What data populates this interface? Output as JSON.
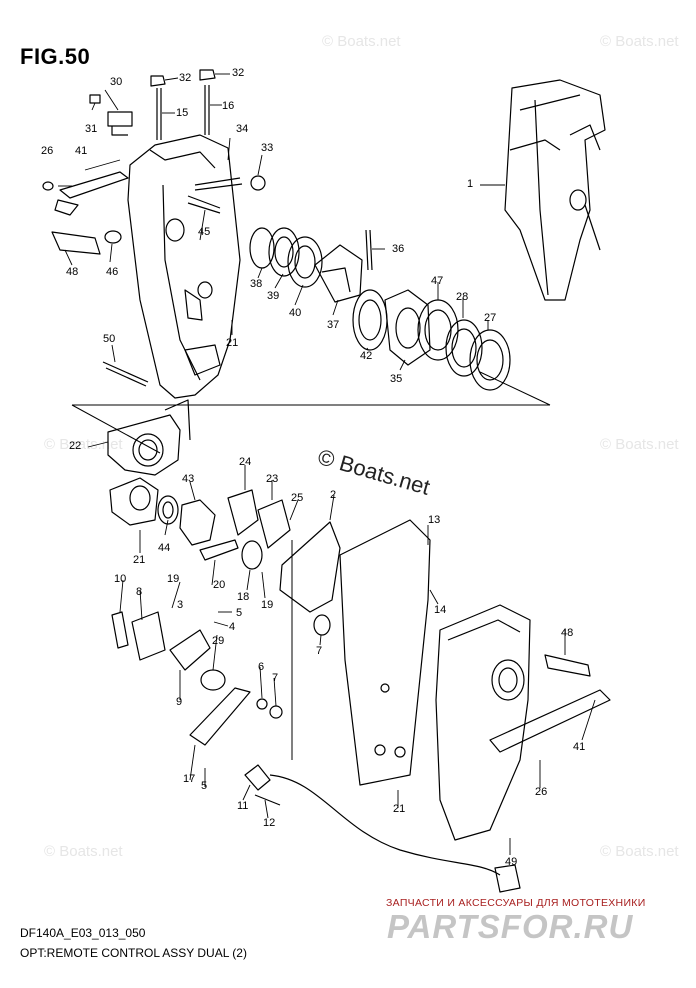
{
  "figure": {
    "title": "FIG.50",
    "code": "DF140A_E03_013_050",
    "caption": "OPT:REMOTE CONTROL ASSY DUAL (2)"
  },
  "watermark": {
    "text": "© Boats.net",
    "center_text": "© Boats.net"
  },
  "shop": {
    "tagline": "ЗАПЧАСТИ И АКСЕССУАРЫ ДЛЯ МОТОТЕХНИКИ",
    "logo": "PARTSFOR.RU"
  },
  "callouts": [
    "32",
    "32",
    "30",
    "16",
    "15",
    "31",
    "34",
    "33",
    "26",
    "41",
    "1",
    "45",
    "36",
    "48",
    "46",
    "38",
    "39",
    "40",
    "37",
    "47",
    "28",
    "27",
    "42",
    "35",
    "21",
    "50",
    "22",
    "24",
    "43",
    "23",
    "25",
    "2",
    "13",
    "21",
    "44",
    "10",
    "19",
    "20",
    "8",
    "3",
    "18",
    "19",
    "5",
    "4",
    "29",
    "14",
    "9",
    "6",
    "7",
    "48",
    "41",
    "26",
    "17",
    "5",
    "11",
    "12",
    "21",
    "49",
    "7"
  ]
}
